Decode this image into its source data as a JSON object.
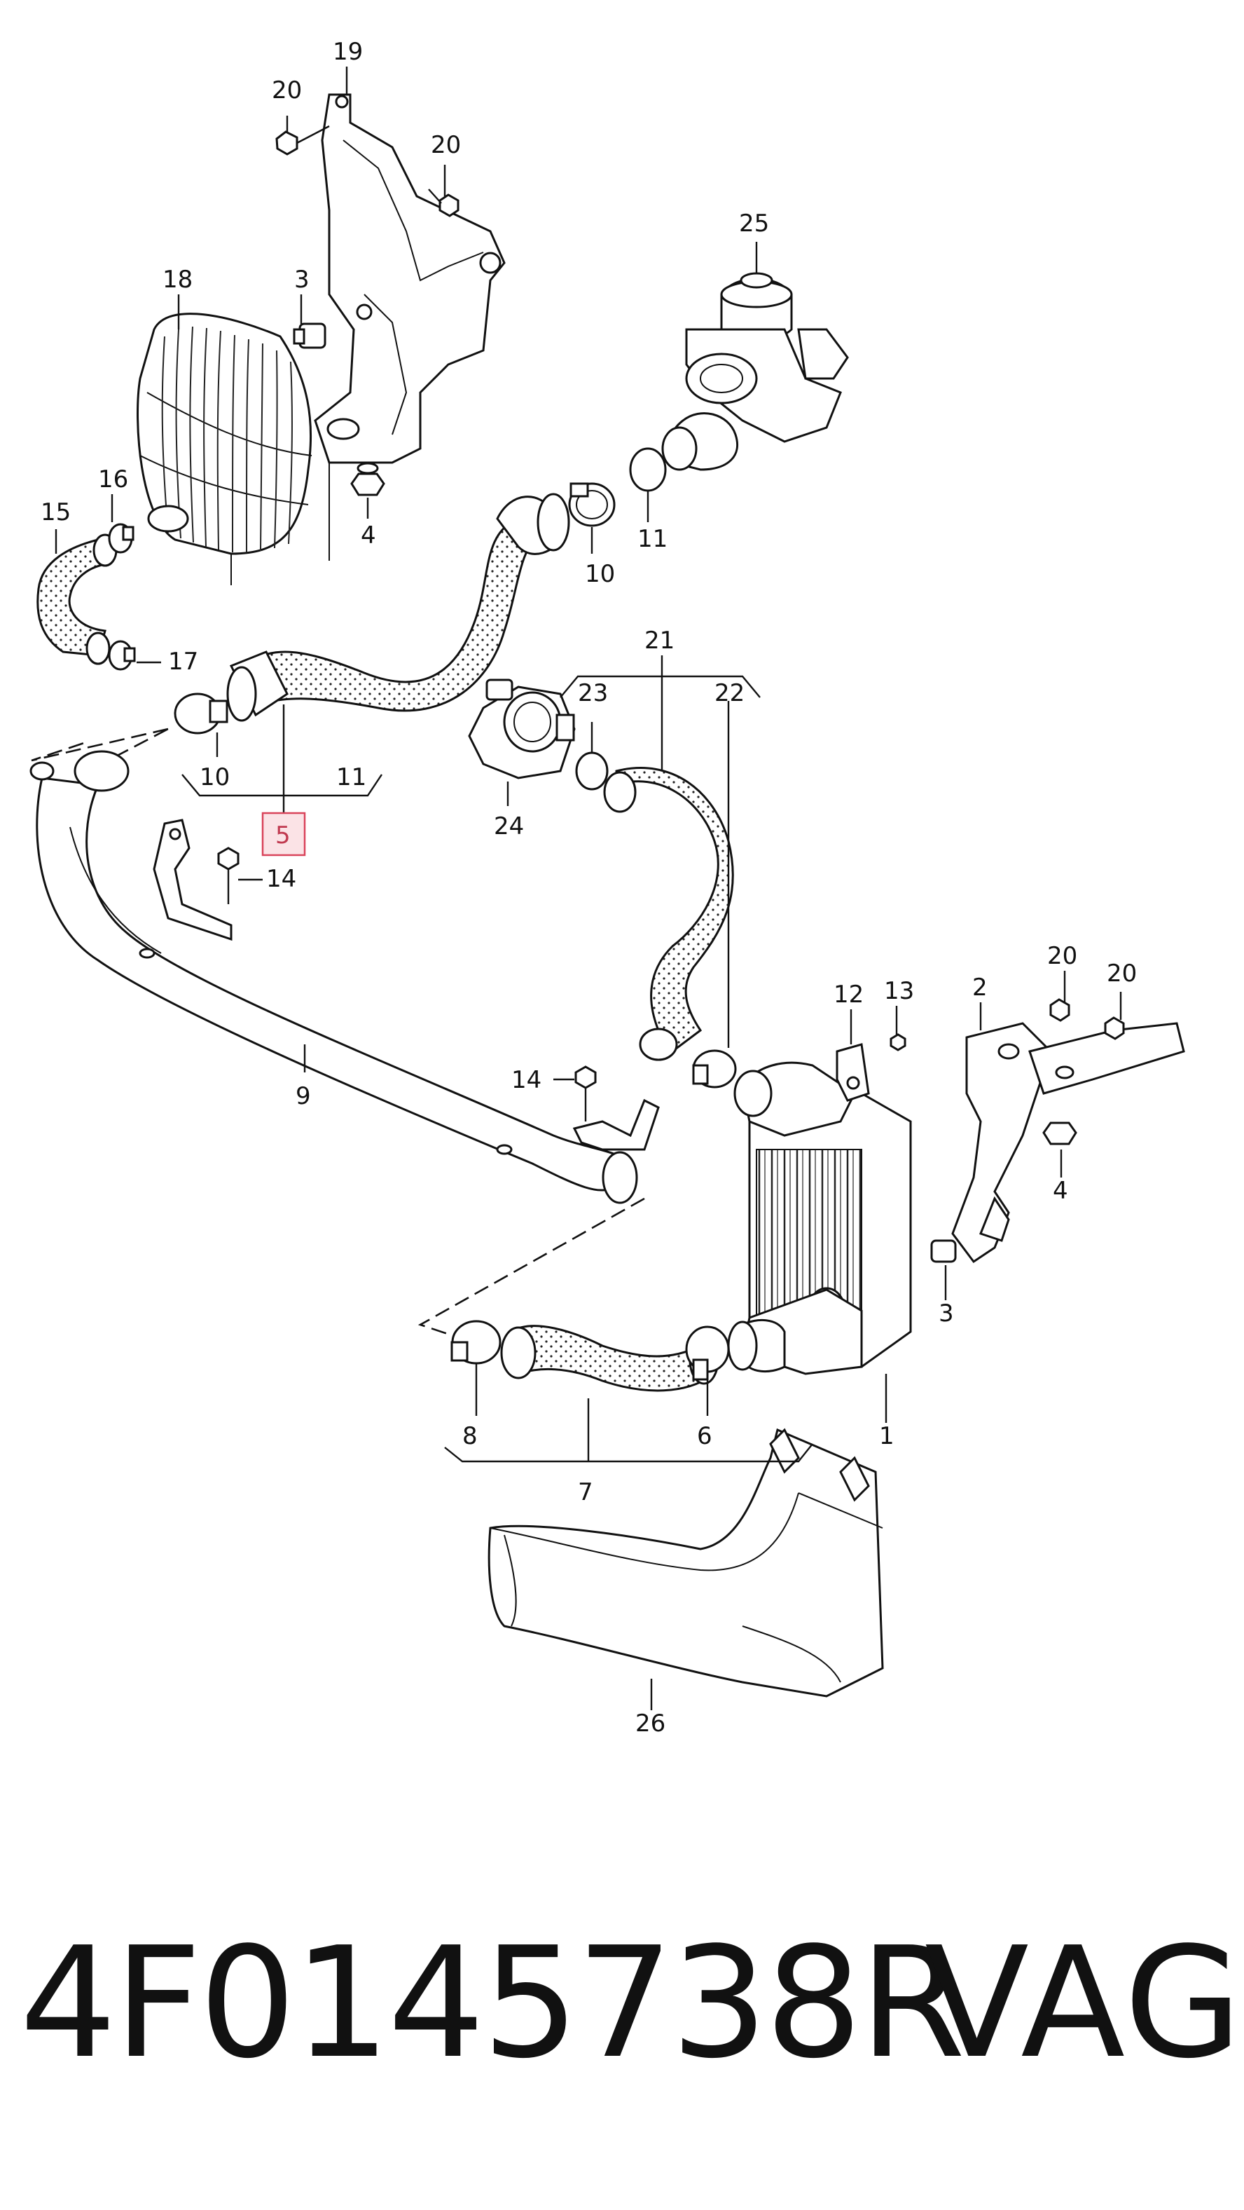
{
  "callouts": {
    "c1": "1",
    "c2": "2",
    "c3a": "3",
    "c3b": "3",
    "c4a": "4",
    "c4b": "4",
    "c5": "5",
    "c6": "6",
    "c7": "7",
    "c8": "8",
    "c9": "9",
    "c10a": "10",
    "c10b": "10",
    "c11a": "11",
    "c11b": "11",
    "c12": "12",
    "c13": "13",
    "c14a": "14",
    "c14b": "14",
    "c15": "15",
    "c16": "16",
    "c17": "17",
    "c18": "18",
    "c19": "19",
    "c20a": "20",
    "c20b": "20",
    "c20c": "20",
    "c20d": "20",
    "c21": "21",
    "c22": "22",
    "c23": "23",
    "c24": "24",
    "c25": "25",
    "c26": "26"
  },
  "highlight_color": "#d9435a",
  "footer": {
    "part_number": "4F0145738R",
    "brand": "VAG"
  }
}
